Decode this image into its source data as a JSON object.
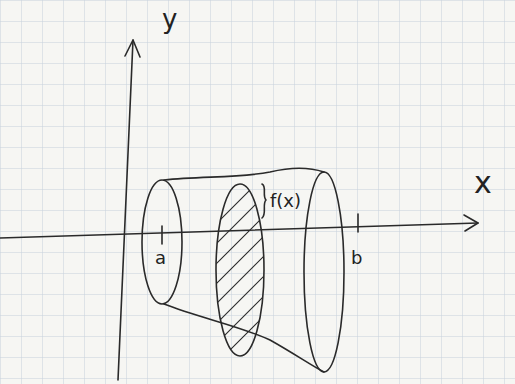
{
  "diagram": {
    "labels": [
      "y",
      "x",
      "a",
      "b",
      "f(x)"
    ]
  }
}
